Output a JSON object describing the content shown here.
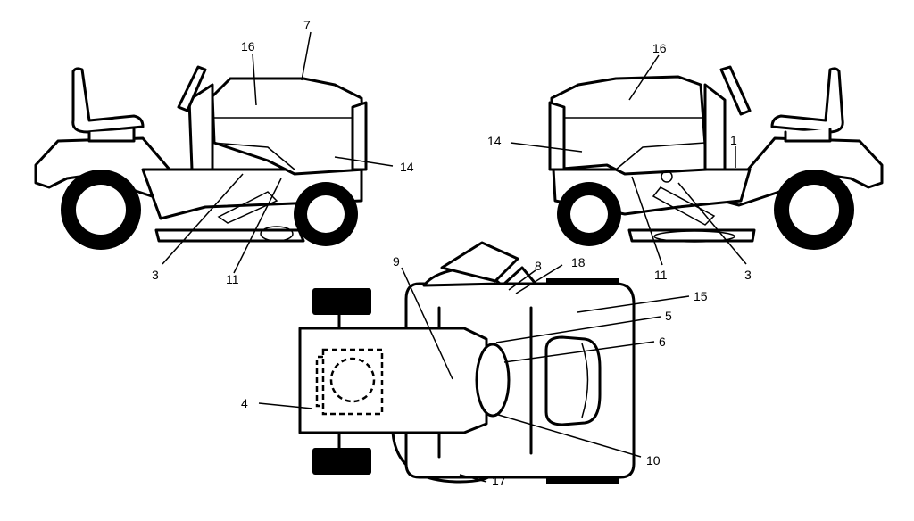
{
  "callouts": {
    "left_view": {
      "c16": "16",
      "c7": "7",
      "c14": "14",
      "c3": "3",
      "c11": "11"
    },
    "right_view": {
      "c16": "16",
      "c14": "14",
      "c1": "1",
      "c11": "11",
      "c3": "3"
    },
    "top_view": {
      "c9": "9",
      "c8": "8",
      "c18": "18",
      "c15": "15",
      "c5": "5",
      "c6": "6",
      "c4": "4",
      "c10": "10",
      "c17": "17"
    }
  },
  "colors": {
    "line": "#000000",
    "background": "#ffffff"
  }
}
